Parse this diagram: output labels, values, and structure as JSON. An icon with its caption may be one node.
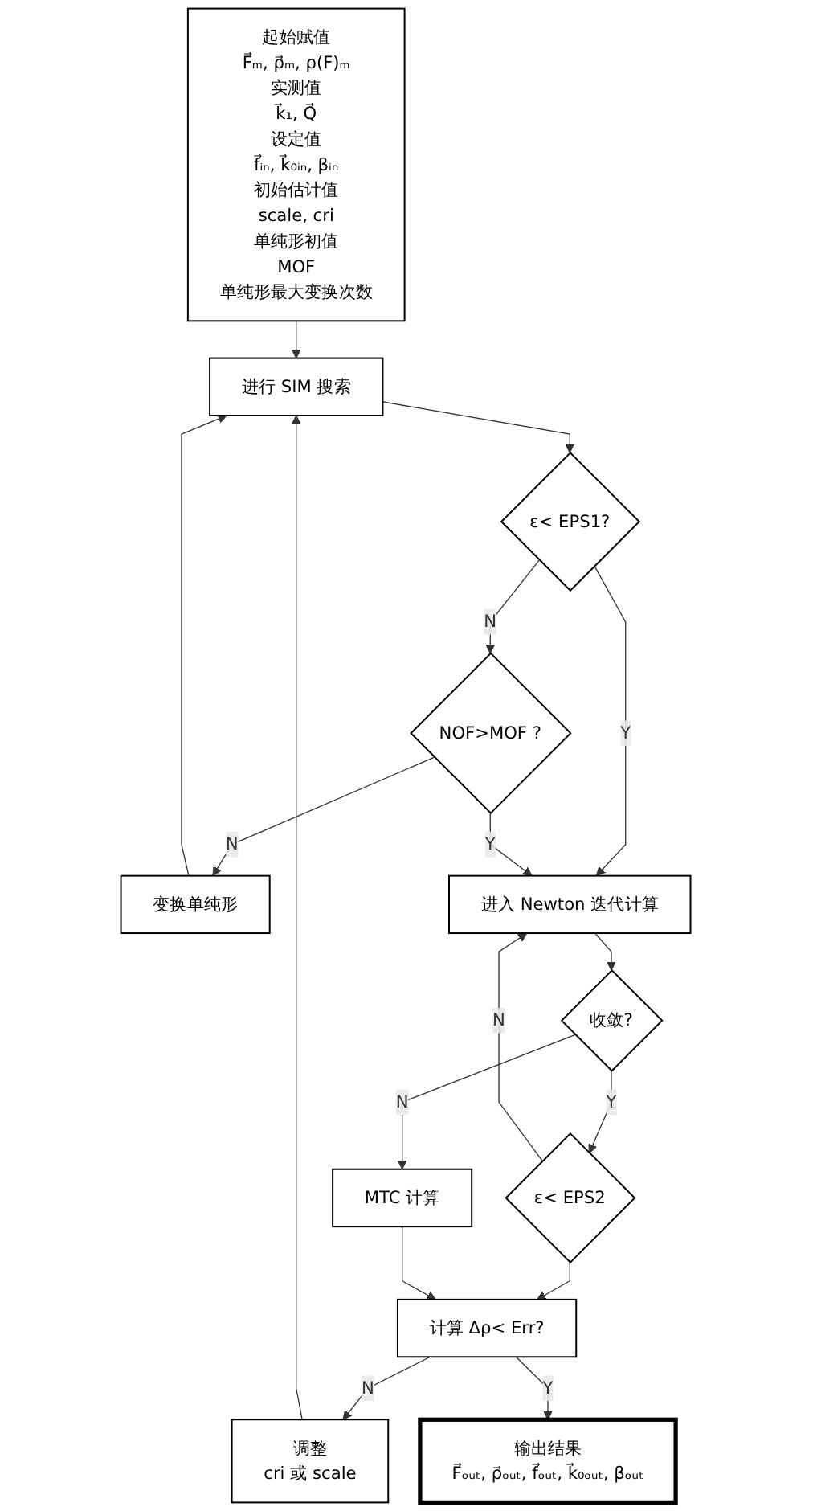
{
  "diagram": {
    "nodes": [
      {
        "text": [
          "起始赋值",
          "F⃗ₘ, ρ⃗ₘ, ρ(F)ₘ",
          "实测值",
          "k⃗₁, Q⃗",
          "设定值",
          "f⃗ᵢₙ, k⃗₀ᵢₙ, βᵢₙ",
          "初始估计值",
          "scale, cri",
          "单纯形初值",
          "MOF",
          "单纯形最大变换次数"
        ]
      },
      {
        "text": [
          "进行 SIM 搜索"
        ]
      },
      {
        "text": [
          "变换单纯形"
        ]
      },
      {
        "text": [
          "ε< EPS1?"
        ]
      },
      {
        "text": [
          "NOF>MOF ?"
        ]
      },
      {
        "text": [
          "调整",
          "cri 或 scale"
        ]
      },
      {
        "text": [
          "进入 Newton 迭代计算"
        ]
      },
      {
        "text": [
          "收敛?"
        ]
      },
      {
        "text": [
          "MTC 计算"
        ]
      },
      {
        "text": [
          "ε< EPS2"
        ]
      },
      {
        "text": [
          "计算 Δρ< Err?"
        ]
      },
      {
        "text": [
          "输出结果",
          "F⃗ₒᵤₜ, ρ⃗ₒᵤₜ, f⃗ₒᵤₜ, k⃗₀ₒᵤₜ, βₒᵤₜ"
        ]
      }
    ],
    "edges": [
      {
        "from": 0,
        "to": 1,
        "arrow": "to"
      },
      {
        "from": 2,
        "to": 1,
        "arrow": "to"
      },
      {
        "from": 1,
        "to": 3,
        "arrow": "to"
      },
      {
        "from": 3,
        "to": 4,
        "arrow": "to",
        "label": "N"
      },
      {
        "from": 4,
        "to": 2,
        "arrow": "to",
        "label": "N"
      },
      {
        "from": 3,
        "to": 6,
        "arrow": "to",
        "label": "Y"
      },
      {
        "from": 4,
        "to": 6,
        "arrow": "to",
        "label": "Y"
      },
      {
        "from": 5,
        "to": 1,
        "arrow": "to"
      },
      {
        "from": 6,
        "to": 7,
        "arrow": "to"
      },
      {
        "from": 7,
        "to": 8,
        "arrow": "to",
        "label": "N"
      },
      {
        "from": 7,
        "to": 9,
        "arrow": "to",
        "label": "Y"
      },
      {
        "from": 9,
        "to": 6,
        "arrow": "to",
        "label": "N"
      },
      {
        "from": 9,
        "to": 10,
        "arrow": "to"
      },
      {
        "from": 8,
        "to": 10,
        "arrow": "to"
      },
      {
        "from": 10,
        "to": 5,
        "arrow": "to",
        "label": "N"
      },
      {
        "from": 10,
        "to": 11,
        "arrow": "to",
        "label": "Y"
      }
    ]
  }
}
